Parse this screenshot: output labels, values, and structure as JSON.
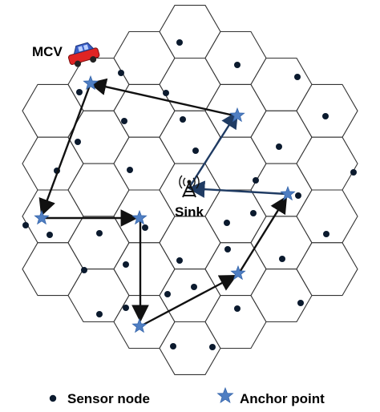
{
  "labels": {
    "vehicle": "MCV",
    "sink": "Sink"
  },
  "legend": {
    "sensor_node": "Sensor node",
    "anchor_point": "Anchor point"
  },
  "colors": {
    "hex_stroke": "#333333",
    "sensor_dot": "#0b1a2e",
    "anchor_star": "#4f7ec2",
    "anchor_star_stroke": "#3565ab",
    "path_arrow": "#111111",
    "sink_arrow": "#1f3b63",
    "vehicle_body": "#e02424",
    "vehicle_cabin": "#3a5fc8"
  },
  "icons": {
    "vehicle": "car-icon",
    "sink": "antenna-tower-icon",
    "sensor": "dot-icon",
    "anchor": "star-icon"
  }
}
